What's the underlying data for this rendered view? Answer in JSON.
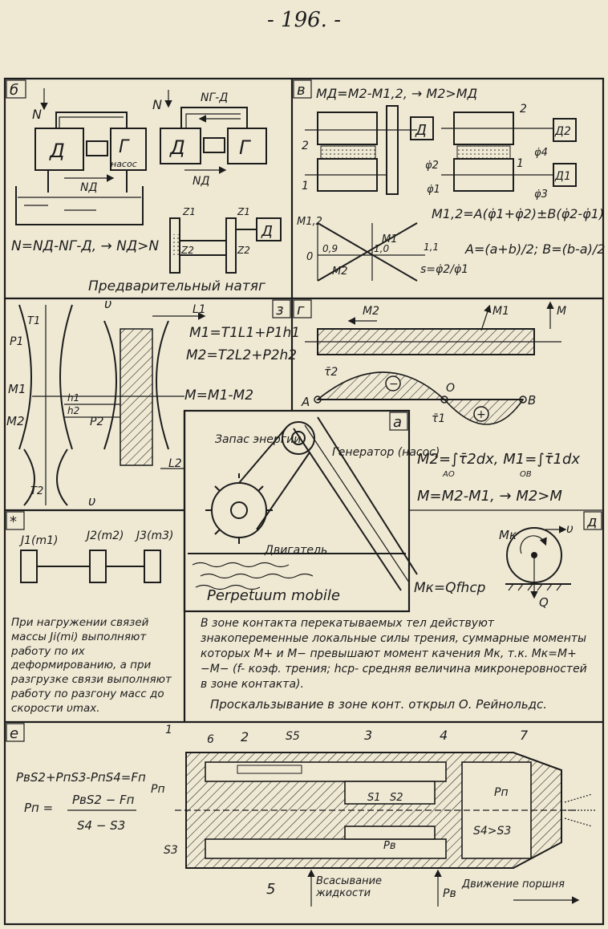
{
  "page_number": "- 196. -",
  "panel_b": {
    "tag": "б",
    "left_label_N": "N",
    "right_label_N": "N",
    "motor1": "Д",
    "gen1": "Г",
    "gen1_sub": "насос",
    "N_d_left": "NД",
    "motor2": "Д",
    "gen2": "Г",
    "N_g_d": "NГ-Д",
    "N_d_right": "NД",
    "z1a": "Z1",
    "z1b": "Z1",
    "z2a": "Z2",
    "z2b": "Z2",
    "motor3": "Д",
    "equation": "N=NД-NГ-Д, → NД>N",
    "caption": "Предварительный натяг"
  },
  "panel_v": {
    "tag": "в",
    "eq_top": "MД=M2-M1,2, → M2>MД",
    "motor": "Д",
    "d2": "Д2",
    "d1": "Д1",
    "lab2": "2",
    "lab1": "1",
    "lab2r": "2",
    "lab1r": "1",
    "phi2": "φ̇2",
    "phi1": "φ̇1",
    "phi4": "φ̇4",
    "phi3": "φ̇3",
    "eq_m": "M1,2=A(φ̇1+φ̇2)±B(φ̇2-φ̇1)",
    "eq_ab": "A=(a+b)/2; B=(b-a)/2",
    "axis_m": "M1,2",
    "m1": "M1",
    "m2": "M2",
    "tick0": "0",
    "tick09": "0,9",
    "tick10": "1,0",
    "tick11": "1,1",
    "s_eq": "s=φ̇2/φ̇1"
  },
  "panel_z": {
    "tag": "з",
    "eq1": "M1=T1L1+P1h1",
    "eq2": "M2=T2L2+P2h2",
    "eq3": "M=M1-M2",
    "L1": "L1",
    "L2": "L2",
    "v_top": "υ",
    "v_bot": "υ",
    "T1": "T1",
    "P1": "P1",
    "h1": "h1",
    "h2": "h2",
    "P2": "P2",
    "T2": "T2",
    "M1": "M1",
    "M2": "M2"
  },
  "panel_g": {
    "tag": "г",
    "M2": "M2",
    "M1": "M1",
    "M": "M",
    "tau2": "τ̄2",
    "tau1": "τ̄1",
    "A": "A",
    "O": "O",
    "B": "B",
    "minus": "−",
    "plus": "+"
  },
  "panel_a": {
    "tag": "а",
    "energy": "Запас энергии",
    "generator": "Генератор (насос)",
    "motor": "Двигатель",
    "caption": "Perpetuum mobile"
  },
  "integrals": {
    "eq1": "M2=∫τ̄2dx, M1=∫τ̄1dx",
    "lim1": "AO",
    "lim2": "OB",
    "eq2": "M=M2-M1, → M2>M"
  },
  "panel_star": {
    "tag": "*",
    "j1": "J1(m1)",
    "j2": "J2(m2)",
    "j3": "J3(m3)",
    "text": "При нагружении связей массы Ji(mi) выполняют работу по их деформированию, а при разгрузке связи выполняют работу по разгону масс до скорости υmax."
  },
  "panel_d": {
    "tag": "д",
    "Mk": "Mк",
    "v": "υ",
    "Q": "Q",
    "eq": "Mк=Qfhср"
  },
  "contact_text": "В зоне контакта перекатываемых тел действуют знакопеременные локальные силы трения, суммарные моменты которых M+ и M− превышают момент качения Mк, т.к. Mк=M+−M− (f- коэф. трения; hср- средняя величина микронеровностей в зоне контакта).",
  "slip_text": "Проскальзывание в зоне конт. открыл О. Рейнольдс.",
  "panel_e": {
    "tag": "е",
    "eq1": "PвS2+PпS3-PпS4=Fп",
    "eq2_lhs": "Pп =",
    "eq2_num": "PвS2 − Fп",
    "eq2_den": "S4 − S3",
    "n1": "1",
    "n6": "6",
    "n2": "2",
    "s5": "S5",
    "n3": "3",
    "n4": "4",
    "n7": "7",
    "n5": "5",
    "Pp_left": "Pп",
    "Pp_right": "Pп",
    "S1": "S1",
    "S2": "S2",
    "S3": "S3",
    "S4S3": "S4>S3",
    "Pv": "Pв",
    "Pv_bottom": "Pв",
    "suction": "Всасывание жидкости",
    "motion": "Движение поршня"
  }
}
